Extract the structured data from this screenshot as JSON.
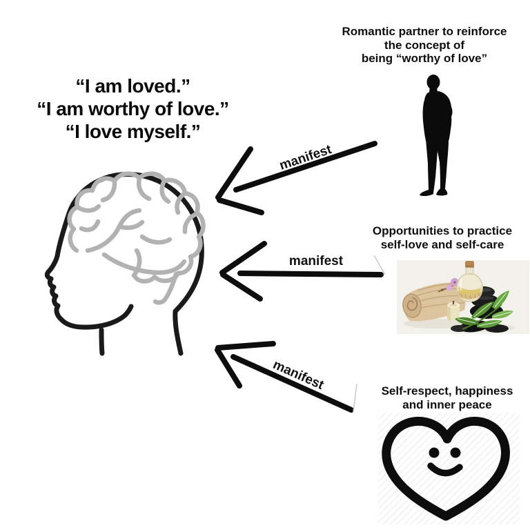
{
  "meme": {
    "affirmations": {
      "lines": [
        "“I am loved.”",
        "“I am worthy of love.”",
        "“I love myself.”"
      ]
    },
    "arrows": [
      {
        "label": "manifest",
        "direction": "from romantic partner to head"
      },
      {
        "label": "manifest",
        "direction": "from self-care photo to head"
      },
      {
        "label": "manifest",
        "direction": "from smiling heart to head"
      }
    ],
    "outcomes": {
      "romantic_partner": {
        "lines": [
          "Romantic partner to reinforce",
          "the concept of",
          "being “worthy of love”"
        ],
        "image": "man-silhouette"
      },
      "self_care": {
        "lines": [
          "Opportunities to practice",
          "self-love and self-care"
        ],
        "image": "spa-still-life-photo"
      },
      "inner_peace": {
        "lines": [
          "Self-respect, happiness",
          "and inner peace"
        ],
        "image": "smiling-heart"
      }
    },
    "illustrations": {
      "head": "side-profile-head-with-gray-brain",
      "heart": "thick-outline-heart-with-smiley-face"
    },
    "colors": {
      "background": "#ffffff",
      "ink": "#0d0d0d",
      "brain_gray": "#b2b2b2",
      "watermark_gray": "#c9c9c9",
      "towel_tan": "#dcc59e",
      "leaf_green": "#5f9e3d",
      "oil_yellow": "#dcc66e",
      "flower_pink": "#d29fd2"
    }
  }
}
